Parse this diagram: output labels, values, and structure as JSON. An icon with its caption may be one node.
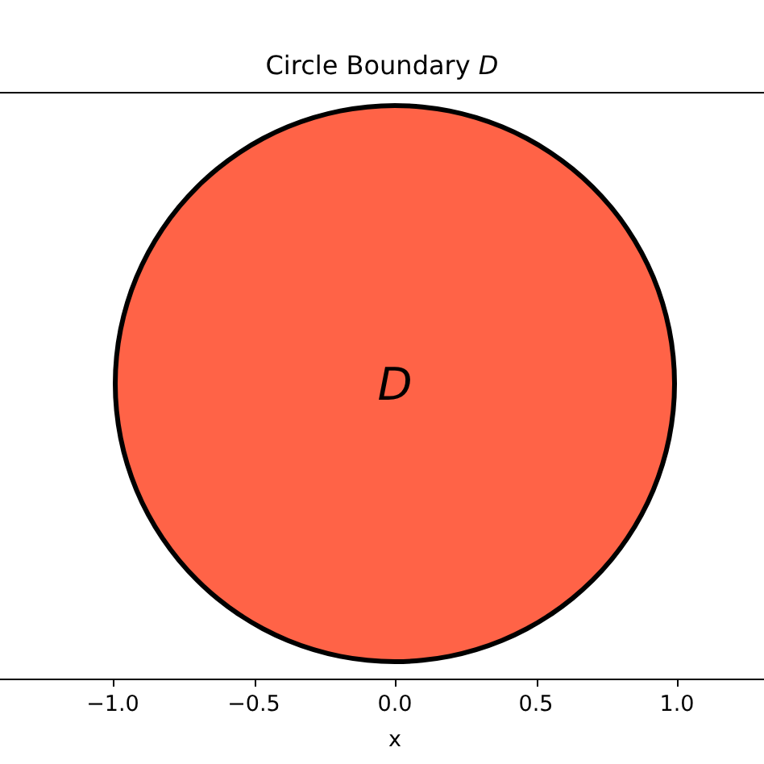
{
  "diagram": {
    "title": "Circle Boundary *D*",
    "nodes": [
      {
        "text": [
          "*D*"
        ]
      }
    ],
    "labels": [
      "−1.0",
      "−0.5",
      "0.0",
      "0.5",
      "1.0",
      "x"
    ]
  }
}
